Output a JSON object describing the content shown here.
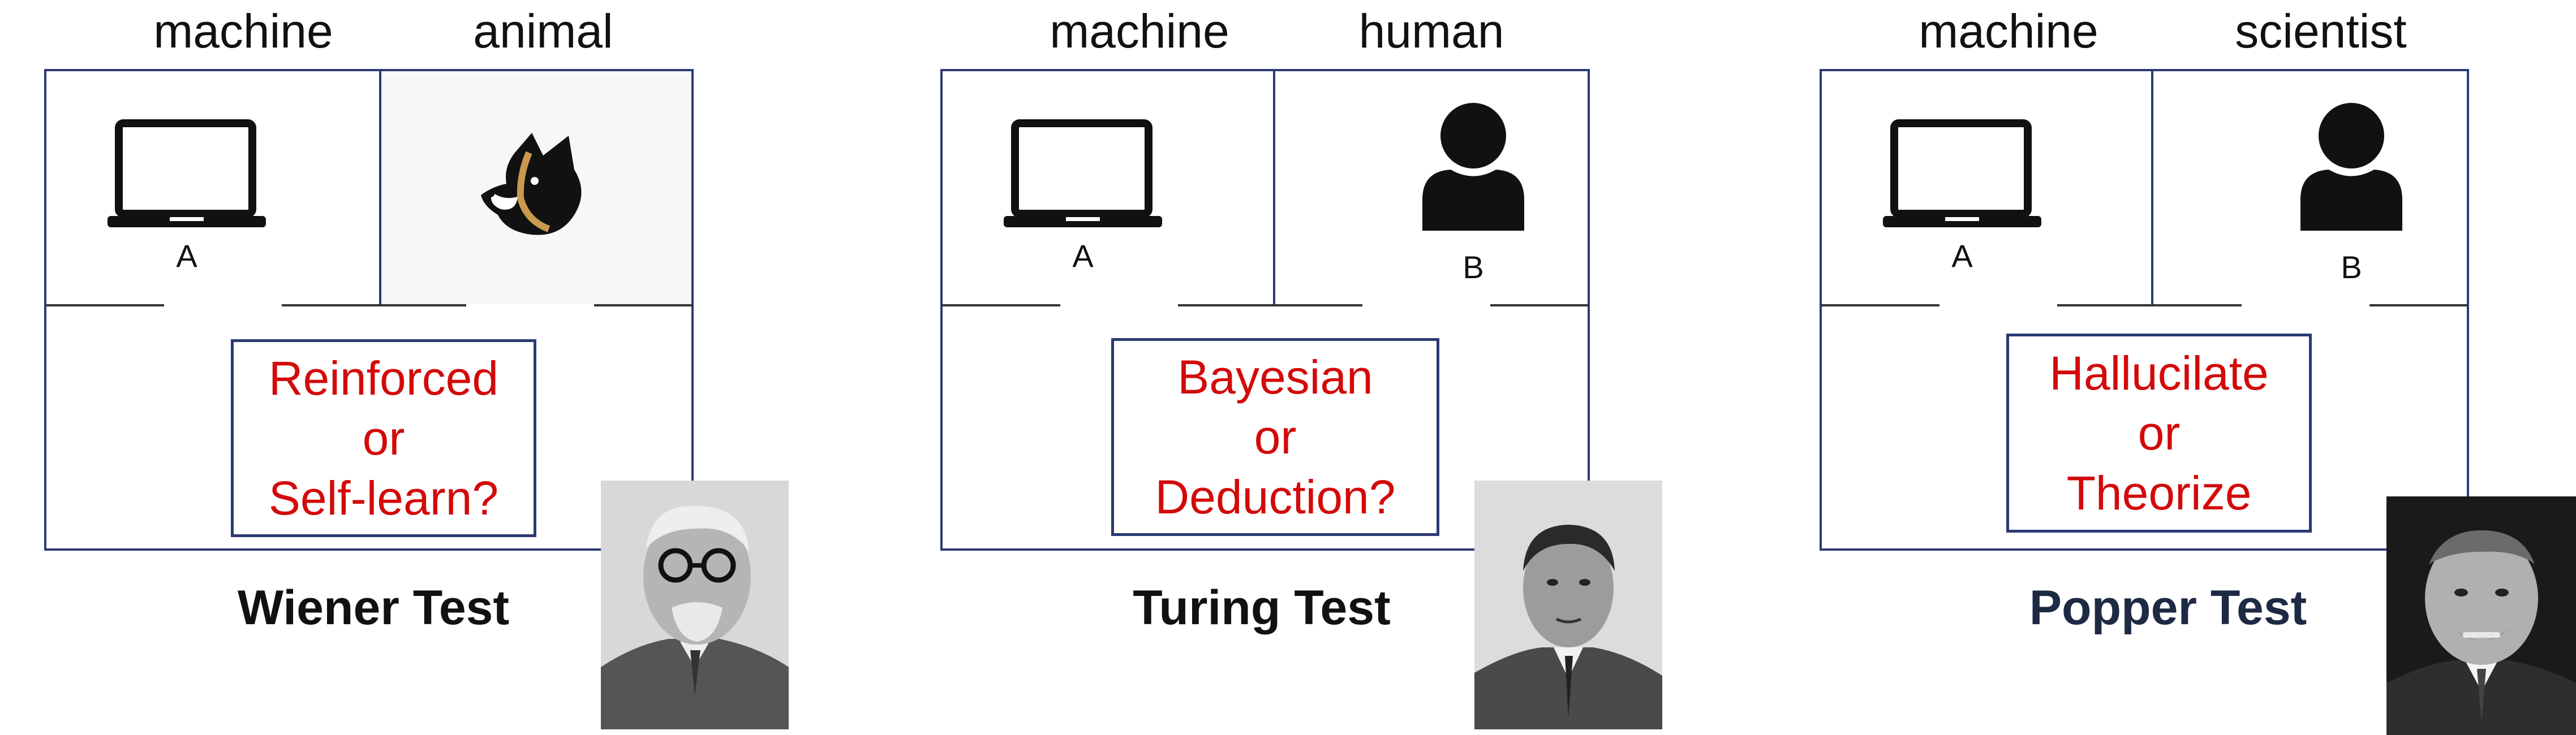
{
  "panels": [
    {
      "left_label": "machine",
      "right_label": "animal",
      "left_letter": "A",
      "question": [
        "Reinforced",
        "or",
        "Self-learn?"
      ],
      "title": "Wiener Test",
      "title_color": "#111111"
    },
    {
      "left_label": "machine",
      "right_label": "human",
      "left_letter": "A",
      "right_letter": "B",
      "question": [
        "Bayesian",
        "or",
        "Deduction?"
      ],
      "title": "Turing Test",
      "title_color": "#111111"
    },
    {
      "left_label": "machine",
      "right_label": "scientist",
      "left_letter": "A",
      "right_letter": "B",
      "question": [
        "Hallucilate",
        "or",
        "Theorize"
      ],
      "title": "Popper Test",
      "title_color": "#1e2a44"
    }
  ],
  "colors": {
    "frame": "#2b3a73",
    "question_text": "#d30a0a",
    "icon": "#111111"
  },
  "icons": [
    "laptop-icon",
    "dog-icon",
    "person-icon"
  ]
}
